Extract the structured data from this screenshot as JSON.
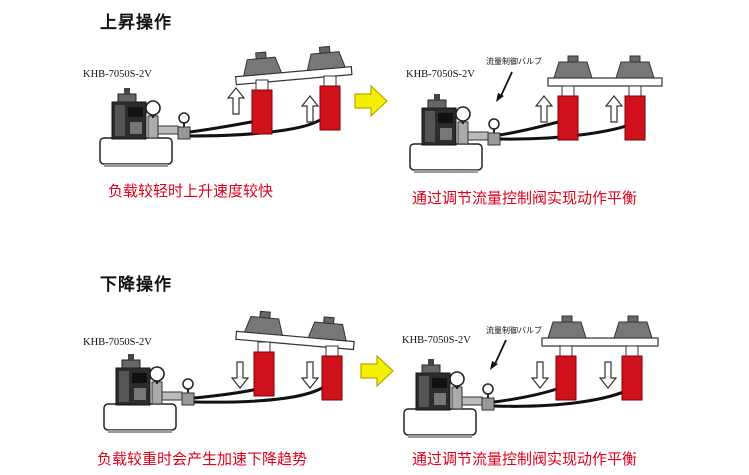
{
  "sections": [
    {
      "heading": "上昇操作",
      "left_panel": {
        "model": "KHB-7050S-2V",
        "caption": "负载较轻时上升速度较快"
      },
      "right_panel": {
        "model": "KHB-7050S-2V",
        "valve_label": "流量制御バルブ",
        "caption": "通过调节流量控制阀实现动作平衡"
      }
    },
    {
      "heading": "下降操作",
      "left_panel": {
        "model": "KHB-7050S-2V",
        "caption": "负载较重时会产生加速下降趋势"
      },
      "right_panel": {
        "model": "KHB-7050S-2V",
        "valve_label": "流量制御バルブ",
        "caption": "通过调节流量控制阀实现动作平衡"
      }
    }
  ],
  "colors": {
    "cylinder": "#d0101a",
    "transition_arrow": "#f5f000",
    "caption_text": "#e0001b",
    "load_weight": "#777777"
  },
  "icons": {
    "transition": "yellow-right-arrow-icon",
    "motion_up": "hollow-up-arrow-icon",
    "motion_down": "hollow-down-arrow-icon",
    "pointer": "black-pointer-arrow-icon"
  }
}
